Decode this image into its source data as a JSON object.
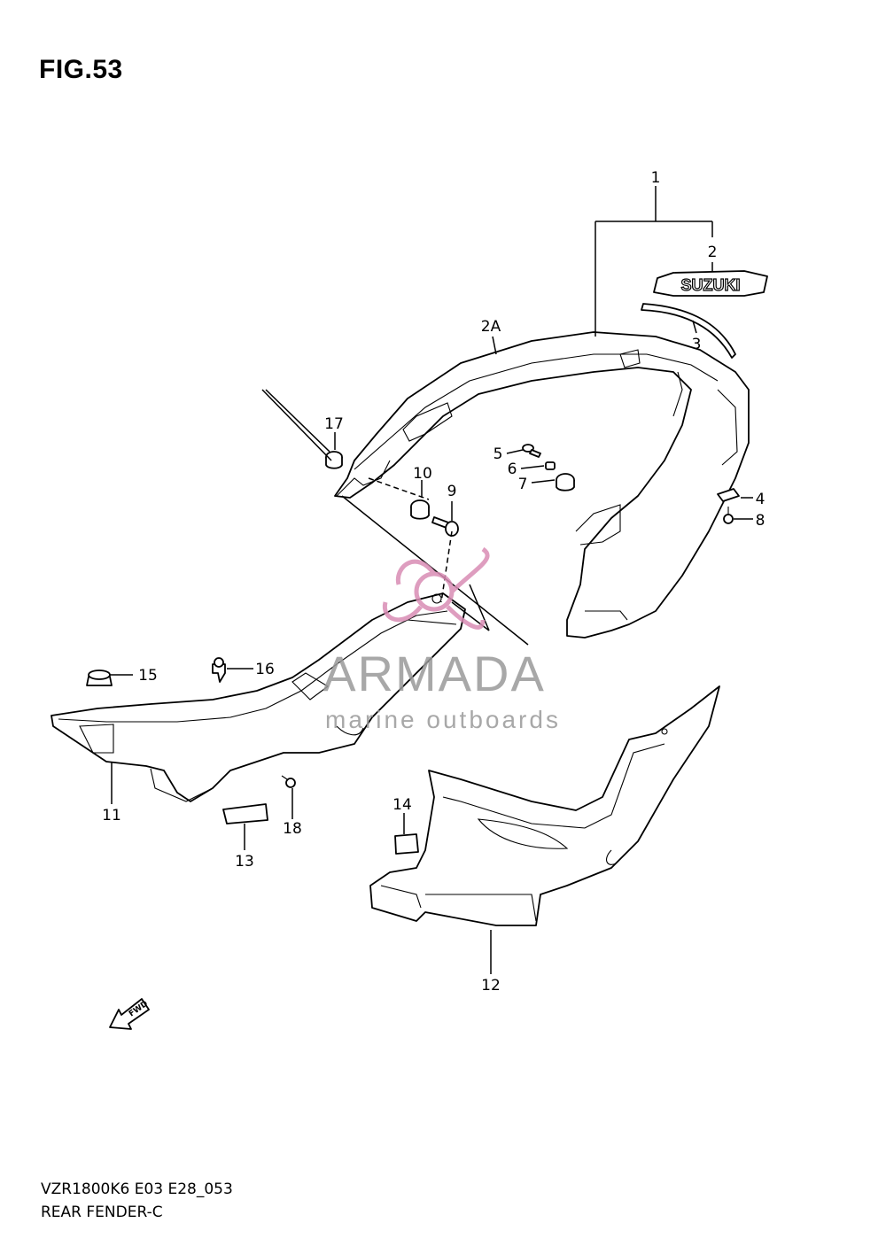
{
  "figure": {
    "title": "FIG.53",
    "model_code": "VZR1800K6 E03 E28_053",
    "section_name": "REAR FENDER-C"
  },
  "decal_text": "SUZUKI",
  "fwd_text": "FWD",
  "watermark": {
    "brand": "ARMADA",
    "tagline": "marine outboards",
    "color": "#d98cb4"
  },
  "callouts": {
    "c1": "1",
    "c2": "2",
    "c2a": "2A",
    "c3": "3",
    "c4": "4",
    "c5": "5",
    "c6": "6",
    "c7": "7",
    "c8": "8",
    "c9": "9",
    "c10": "10",
    "c11": "11",
    "c12": "12",
    "c13": "13",
    "c14": "14",
    "c15": "15",
    "c16": "16",
    "c17": "17",
    "c18": "18"
  }
}
